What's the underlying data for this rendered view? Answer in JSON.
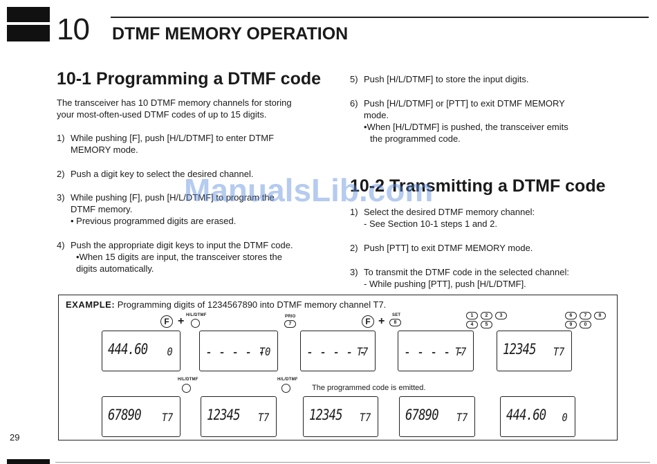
{
  "header": {
    "chapter_number": "10",
    "chapter_title": "DTMF MEMORY OPERATION"
  },
  "section1": {
    "heading": "10-1 Programming a DTMF code",
    "intro": [
      "The transceiver has 10 DTMF memory channels for storing",
      "your most-often-used DTMF codes of up to 15 digits."
    ],
    "steps": [
      {
        "num": "1)",
        "lines": [
          "While pushing [F], push [H/L/DTMF] to enter DTMF",
          "MEMORY mode."
        ]
      },
      {
        "num": "2)",
        "lines": [
          "Push a digit key to select the desired channel."
        ]
      },
      {
        "num": "3)",
        "lines": [
          "While pushing [F], push [H/L/DTMF] to program the",
          "DTMF memory."
        ],
        "bullet": [
          "• Previous programmed digits are erased."
        ]
      },
      {
        "num": "4)",
        "lines": [
          "Push the appropriate digit keys to input the DTMF code."
        ],
        "bullet": [
          "•When 15 digits are input, the transceiver stores the",
          "digits automatically."
        ]
      }
    ]
  },
  "section1_cont": {
    "steps": [
      {
        "num": "5)",
        "lines": [
          "Push [H/L/DTMF] to store the input digits."
        ]
      },
      {
        "num": "6)",
        "lines": [
          "Push [H/L/DTMF] or [PTT] to exit DTMF MEMORY",
          "mode."
        ],
        "bullet": [
          "•When [H/L/DTMF] is pushed, the transceiver emits",
          "the programmed code."
        ]
      }
    ]
  },
  "section2": {
    "heading": "10-2 Transmitting a DTMF code",
    "steps": [
      {
        "num": "1)",
        "lines": [
          "Select the desired DTMF memory channel:"
        ],
        "dash": [
          "- See Section 10-1 steps 1 and 2."
        ]
      },
      {
        "num": "2)",
        "lines": [
          "Push [PTT] to exit DTMF MEMORY mode."
        ]
      },
      {
        "num": "3)",
        "lines": [
          "To transmit the DTMF code in the selected channel:"
        ],
        "dash": [
          "- While pushing [PTT], push [H/L/DTMF]."
        ]
      }
    ]
  },
  "watermark": "ManualsLib.com",
  "example": {
    "label": "EXAMPLE:",
    "text": "Programming digits of 1234567890 into DTMF memory channel T7.",
    "key_labels": {
      "f": "F",
      "hl_dtmf": "H/L/DTMF",
      "prio": "PRIO",
      "prio_num": "7",
      "set": "SET",
      "set_num": "8",
      "plus": "+"
    },
    "digit_keys_a": [
      "1",
      "2",
      "3",
      "4",
      "5"
    ],
    "digit_keys_b": [
      "6",
      "7",
      "8",
      "9",
      "0"
    ],
    "emitted_note": "The programmed code is emitted.",
    "row1": [
      {
        "main": "444.60",
        "ch": "0"
      },
      {
        "main": "- - - - -",
        "ch": "T0"
      },
      {
        "main": "- - - - -",
        "ch": "T7"
      },
      {
        "main": "- - - - -",
        "ch": "T7"
      },
      {
        "main": "12345",
        "ch": "T7"
      }
    ],
    "row2": [
      {
        "main": "67890",
        "ch": "T7"
      },
      {
        "main": "12345",
        "ch": "T7"
      },
      {
        "main": "12345",
        "ch": "T7"
      },
      {
        "main": "67890",
        "ch": "T7"
      },
      {
        "main": "444.60",
        "ch": "0"
      }
    ]
  },
  "footer": {
    "page_number": "29"
  }
}
